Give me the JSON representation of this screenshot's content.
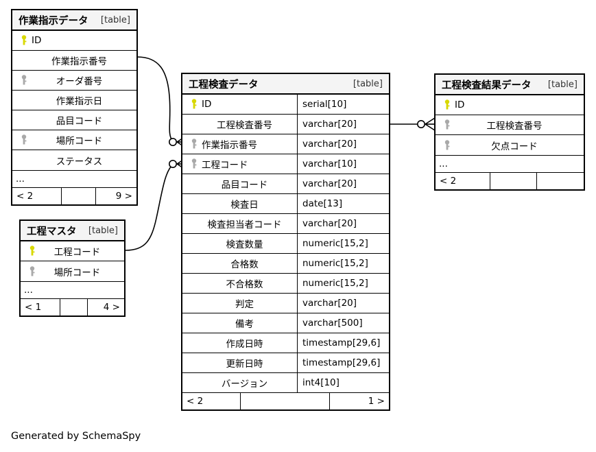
{
  "diagram": {
    "caption": "Generated by SchemaSpy",
    "table_tag": "[table]",
    "ellipsis": "...",
    "colors": {
      "primary_key": "#d8d800",
      "foreign_key": "#a9a9a9",
      "border": "#000000",
      "header_bg": "#f4f4f4",
      "background": "#ffffff"
    }
  },
  "tables": [
    {
      "id": "work-order-data",
      "name": "作業指示データ",
      "tag": "[table]",
      "columns": [
        {
          "key": "pk",
          "name": "ID",
          "type": ""
        },
        {
          "key": "none",
          "name": "作業指示番号",
          "type": ""
        },
        {
          "key": "fk",
          "name": "オーダ番号",
          "type": ""
        },
        {
          "key": "none",
          "name": "作業指示日",
          "type": ""
        },
        {
          "key": "none",
          "name": "品目コード",
          "type": ""
        },
        {
          "key": "fk",
          "name": "場所コード",
          "type": ""
        },
        {
          "key": "none",
          "name": "ステータス",
          "type": ""
        }
      ],
      "more": "...",
      "footer": {
        "left": "< 2",
        "mid": "",
        "right": "9 >"
      }
    },
    {
      "id": "process-inspection-data",
      "name": "工程検査データ",
      "tag": "[table]",
      "columns": [
        {
          "key": "pk",
          "name": "ID",
          "type": "serial[10]"
        },
        {
          "key": "none",
          "name": "工程検査番号",
          "type": "varchar[20]"
        },
        {
          "key": "fk",
          "name": "作業指示番号",
          "type": "varchar[20]"
        },
        {
          "key": "fk",
          "name": "工程コード",
          "type": "varchar[10]"
        },
        {
          "key": "none",
          "name": "品目コード",
          "type": "varchar[20]"
        },
        {
          "key": "none",
          "name": "検査日",
          "type": "date[13]"
        },
        {
          "key": "none",
          "name": "検査担当者コード",
          "type": "varchar[20]"
        },
        {
          "key": "none",
          "name": "検査数量",
          "type": "numeric[15,2]"
        },
        {
          "key": "none",
          "name": "合格数",
          "type": "numeric[15,2]"
        },
        {
          "key": "none",
          "name": "不合格数",
          "type": "numeric[15,2]"
        },
        {
          "key": "none",
          "name": "判定",
          "type": "varchar[20]"
        },
        {
          "key": "none",
          "name": "備考",
          "type": "varchar[500]"
        },
        {
          "key": "none",
          "name": "作成日時",
          "type": "timestamp[29,6]"
        },
        {
          "key": "none",
          "name": "更新日時",
          "type": "timestamp[29,6]"
        },
        {
          "key": "none",
          "name": "バージョン",
          "type": "int4[10]"
        }
      ],
      "more": "",
      "footer": {
        "left": "< 2",
        "mid": "",
        "right": "1 >"
      }
    },
    {
      "id": "process-inspection-result-data",
      "name": "工程検査結果データ",
      "tag": "[table]",
      "columns": [
        {
          "key": "pk",
          "name": "ID",
          "type": ""
        },
        {
          "key": "fk",
          "name": "工程検査番号",
          "type": ""
        },
        {
          "key": "fk",
          "name": "欠点コード",
          "type": ""
        }
      ],
      "more": "...",
      "footer": {
        "left": "< 2",
        "mid": "",
        "right": ""
      }
    },
    {
      "id": "process-master",
      "name": "工程マスタ",
      "tag": "[table]",
      "columns": [
        {
          "key": "pk",
          "name": "工程コード",
          "type": ""
        },
        {
          "key": "fk",
          "name": "場所コード",
          "type": ""
        }
      ],
      "more": "...",
      "footer": {
        "left": "< 1",
        "mid": "",
        "right": "4 >"
      }
    }
  ],
  "relationships": [
    {
      "id": "rel-workorder-to-inspection",
      "from_table": "作業指示データ",
      "from_column": "作業指示番号",
      "to_table": "工程検査データ",
      "to_column": "作業指示番号",
      "from_cardinality": "one",
      "to_cardinality": "zero-or-many"
    },
    {
      "id": "rel-processmaster-to-inspection",
      "from_table": "工程マスタ",
      "from_column": "工程コード",
      "to_table": "工程検査データ",
      "to_column": "工程コード",
      "from_cardinality": "one",
      "to_cardinality": "zero-or-many"
    },
    {
      "id": "rel-inspection-to-result",
      "from_table": "工程検査データ",
      "from_column": "工程検査番号",
      "to_table": "工程検査結果データ",
      "to_column": "工程検査番号",
      "from_cardinality": "one",
      "to_cardinality": "zero-or-many"
    }
  ]
}
